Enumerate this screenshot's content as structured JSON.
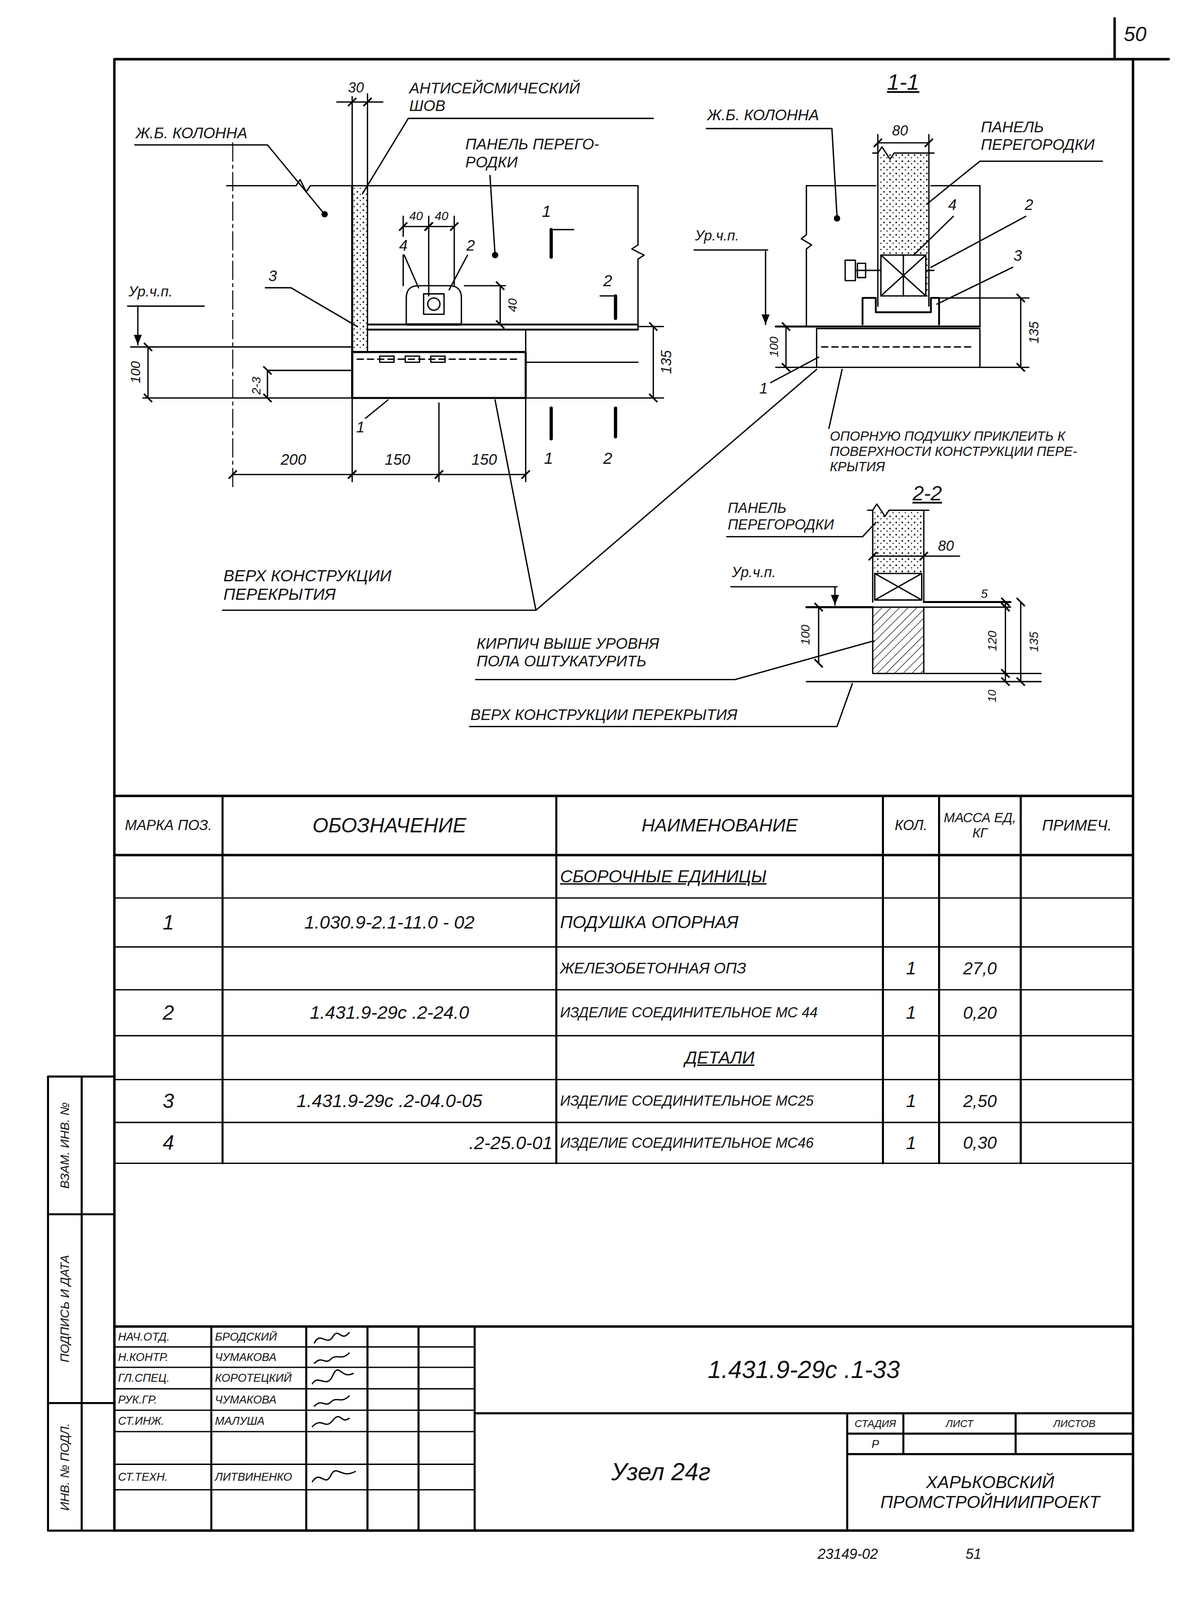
{
  "diagram": {
    "title": "Узел 24г",
    "labels": [
      "50",
      "АНТИСЕЙСМИЧЕСКИЙ ШОВ",
      "30",
      "Ж.Б. КОЛОННА",
      "ПАНЕЛЬ ПЕРЕГО- РОДКИ",
      "40",
      "40",
      "4",
      "2",
      "1",
      "40",
      "2",
      "3",
      "Ур.ч.п.",
      "100",
      "2-3",
      "135",
      "1",
      "200",
      "150",
      "150",
      "1",
      "2",
      "ВЕРХ КОНСТРУКЦИИ ПЕРЕКРЫТИЯ",
      "1-1",
      "Ж.Б. КОЛОННА",
      "80",
      "ПАНЕЛЬ ПЕРЕГОРОДКИ",
      "4",
      "2",
      "3",
      "Ур.ч.п.",
      "135",
      "100",
      "1",
      "ОПОРНУЮ ПОДУШКУ ПРИКЛЕИТЬ К ПОВЕРХНОСТИ КОНСТРУКЦИИ ПЕРЕ- КРЫТИЯ",
      "2-2",
      "ПАНЕЛЬ ПЕРЕГОРОДКИ",
      "80",
      "Ур.ч.п.",
      "5",
      "100",
      "120",
      "135",
      "10",
      "КИРПИЧ ВЫШЕ УРОВНЯ ПОЛА ОШТУКАТУРИТЬ",
      "ВЕРХ КОНСТРУКЦИИ ПЕРЕКРЫТИЯ",
      "МАРКА ПОЗ.",
      "ОБОЗНАЧЕНИЕ",
      "НАИМЕНОВАНИЕ",
      "КОЛ.",
      "МАССА ЕД, КГ",
      "ПРИМЕЧ.",
      "СБОРОЧНЫЕ ЕДИНИЦЫ",
      "1",
      "1.030.9-2.1-11.0 - 02",
      "ПОДУШКА ОПОРНАЯ",
      "ЖЕЛЕЗОБЕТОННАЯ ОПЗ",
      "1",
      "27,0",
      "2",
      "1.431.9-29с .2-24.0",
      "ИЗДЕЛИЕ СОЕДИНИТЕЛЬНОЕ МС 44",
      "1",
      "0,20",
      "ДЕТАЛИ",
      "3",
      "1.431.9-29с .2-04.0-05",
      "ИЗДЕЛИЕ СОЕДИНИТЕЛЬНОЕ МС25",
      "1",
      "2,50",
      "4",
      ".2-25.0-01",
      "ИЗДЕЛИЕ СОЕДИНИТЕЛЬНОЕ МС46",
      "1",
      "0,30",
      "НАЧ.ОТД.",
      "БРОДСКИЙ",
      "Н.КОНТР.",
      "ЧУМАКОВА",
      "ГЛ.СПЕЦ.",
      "КОРОТЕЦКИЙ",
      "РУК.ГР.",
      "ЧУМАКОВА",
      "СТ.ИНЖ.",
      "МАЛУША",
      "СТ.ТЕХН.",
      "ЛИТВИНЕНКО",
      "1.431.9-29с .1-33",
      "СТАДИЯ",
      "ЛИСТ",
      "ЛИСТОВ",
      "Р",
      "ХАРЬКОВСКИЙ ПРОМСТРОЙНИИПРОЕКТ",
      "ВЗАМ. ИНВ. №",
      "ПОДПИСЬ И ДАТА",
      "ИНВ. № ПОДЛ.",
      "23149-02",
      "51"
    ]
  }
}
